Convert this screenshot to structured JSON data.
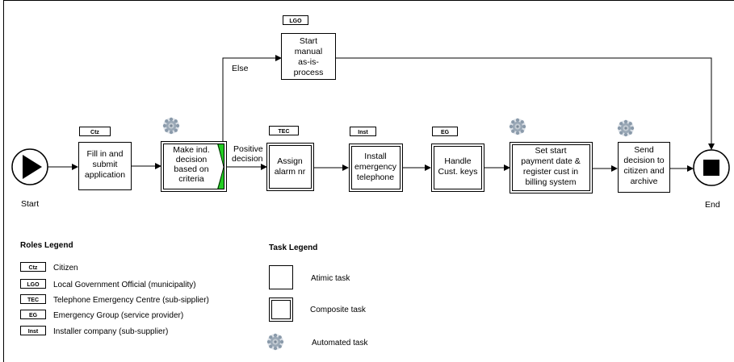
{
  "events": {
    "start": {
      "label": "Start"
    },
    "end": {
      "label": "End"
    }
  },
  "tasks": [
    {
      "id": "fill-application",
      "role": "Ctz",
      "kind": "atomic",
      "automated": false,
      "lines": [
        "Fill in and",
        "submit",
        "application"
      ]
    },
    {
      "id": "make-decision",
      "role": "",
      "kind": "composite",
      "automated": true,
      "marker": "green-wedge",
      "lines": [
        "Make ind.",
        "decision",
        "based on",
        "criteria"
      ]
    },
    {
      "id": "assign-alarm",
      "role": "TEC",
      "kind": "composite",
      "automated": false,
      "lines": [
        "Assign",
        "alarm nr"
      ]
    },
    {
      "id": "install-telephone",
      "role": "Inst",
      "kind": "composite",
      "automated": false,
      "lines": [
        "Install",
        "emergency",
        "telephone"
      ]
    },
    {
      "id": "handle-keys",
      "role": "EG",
      "kind": "composite",
      "automated": false,
      "lines": [
        "Handle",
        "Cust. keys"
      ]
    },
    {
      "id": "set-payment",
      "role": "",
      "kind": "composite",
      "automated": true,
      "lines": [
        "Set start",
        "payment date &",
        "register cust in",
        "billing system"
      ]
    },
    {
      "id": "send-decision",
      "role": "",
      "kind": "atomic",
      "automated": true,
      "lines": [
        "Send",
        "decision to",
        "citizen and",
        "archive"
      ]
    },
    {
      "id": "manual-process",
      "role": "LGO",
      "kind": "atomic",
      "automated": false,
      "lines": [
        "Start",
        "manual",
        "as-is-",
        "process"
      ]
    }
  ],
  "flow_labels": {
    "positive": [
      "Positive",
      "decision"
    ],
    "else": "Else"
  },
  "roles_legend": {
    "title": "Roles Legend",
    "items": [
      {
        "code": "Ctz",
        "name": "Citizen"
      },
      {
        "code": "LGO",
        "name": "Local Government Official (municipality)"
      },
      {
        "code": "TEC",
        "name": "Telephone Emergency Centre (sub-sipplier)"
      },
      {
        "code": "EG",
        "name": "Emergency Group (service provider)"
      },
      {
        "code": "Inst",
        "name": "Installer company (sub-supplier)"
      }
    ]
  },
  "task_legend": {
    "title": "Task Legend",
    "items": [
      {
        "kind": "atomic",
        "label": "Atimic task"
      },
      {
        "kind": "composite",
        "label": "Composite task"
      },
      {
        "kind": "automated",
        "label": "Automated task"
      }
    ]
  },
  "colors": {
    "marker_green": "#22cc22",
    "gear": "#8a9aaa",
    "gear_light": "#c4ccd4"
  }
}
